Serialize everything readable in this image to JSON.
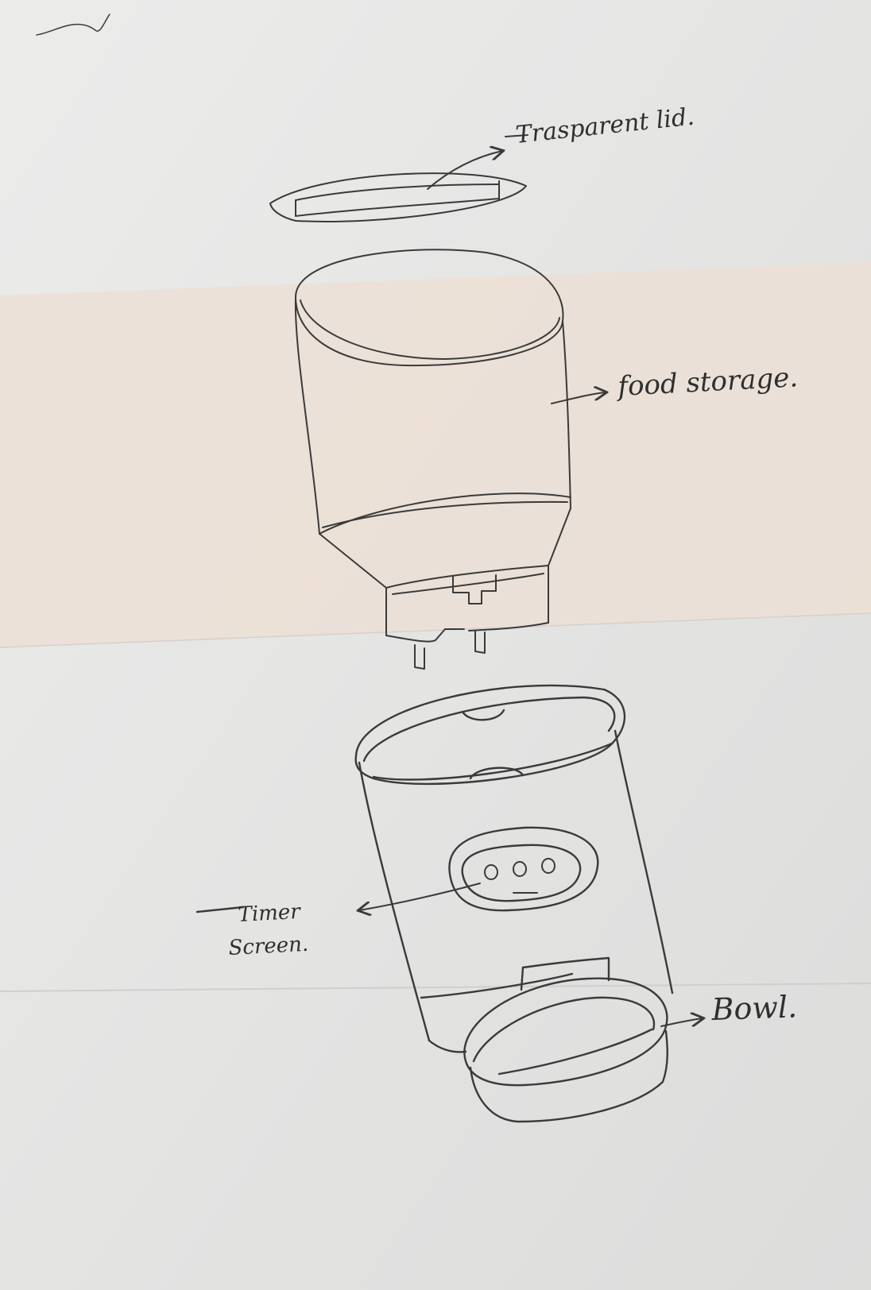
{
  "colors": {
    "paper": "#e7e7e6",
    "paper_tan": "#ede0d6",
    "pencil": "#3a3a3a",
    "ink": "#2f2f2f"
  },
  "labels": {
    "lid": "Trasparent lid.",
    "storage": "food storage.",
    "timer_line1": "Timer",
    "timer_line2": "Screen.",
    "bowl": "Bowl."
  }
}
